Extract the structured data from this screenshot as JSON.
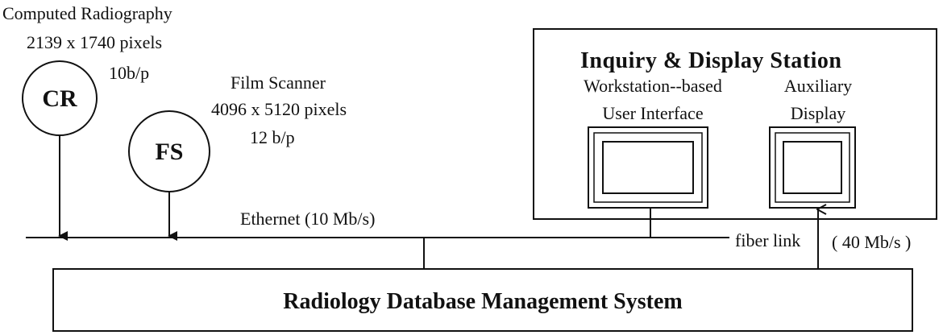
{
  "cr": {
    "title": "Computed Radiography",
    "resolution": "2139 x 1740 pixels",
    "depth": "10b/p",
    "abbr": "CR"
  },
  "fs": {
    "title": "Film Scanner",
    "resolution": "4096 x 5120 pixels",
    "depth": "12 b/p",
    "abbr": "FS"
  },
  "network": {
    "label": "Ethernet (10 Mb/s)"
  },
  "station": {
    "title": "Inquiry & Display Station",
    "workstation_line1": "Workstation--based",
    "workstation_line2": "User Interface",
    "auxiliary_line1": "Auxiliary",
    "auxiliary_line2": "Display"
  },
  "fiber": {
    "label": "fiber link",
    "speed": "( 40 Mb/s )"
  },
  "database": {
    "label": "Radiology Database Management System"
  }
}
